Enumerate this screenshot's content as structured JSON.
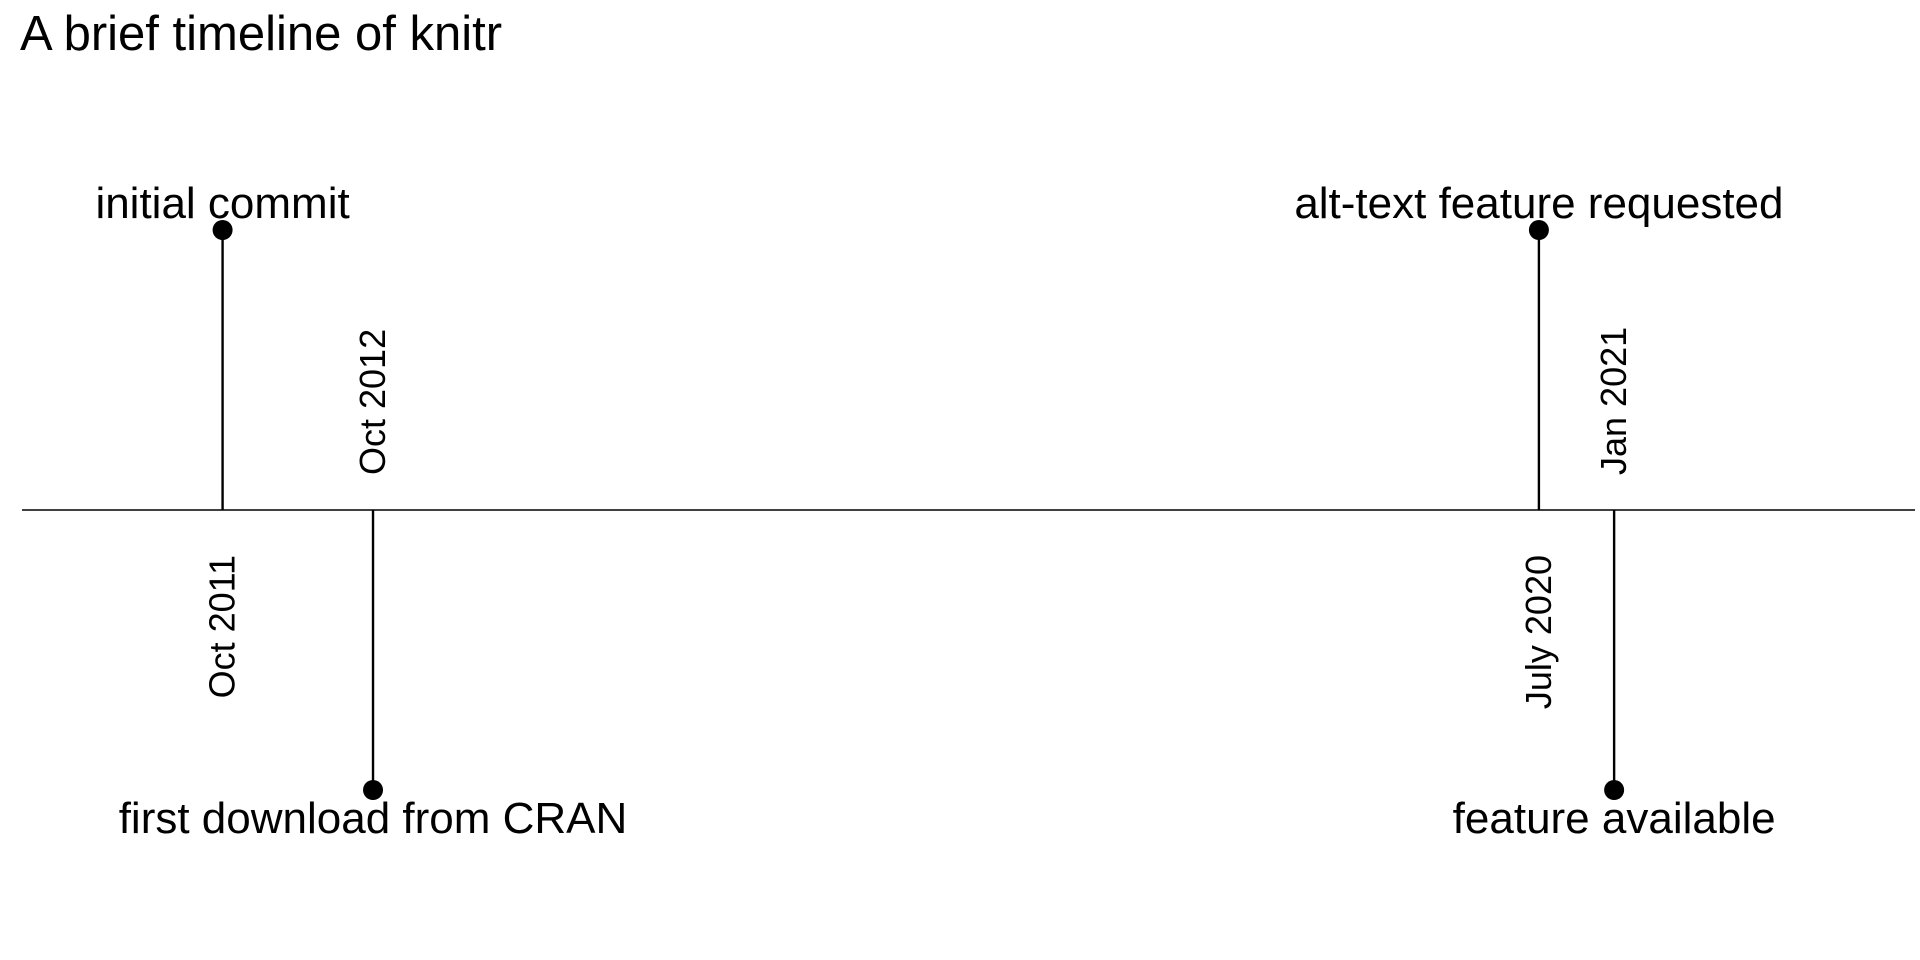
{
  "chart_data": {
    "type": "timeline",
    "title": "A brief timeline of knitr",
    "xlim": [
      "2010-06",
      "2023-01"
    ],
    "events": [
      {
        "date": "2011-10",
        "date_label": "Oct 2011",
        "event": "initial commit",
        "side": "above"
      },
      {
        "date": "2012-10",
        "date_label": "Oct 2012",
        "event": "first download from CRAN",
        "side": "below"
      },
      {
        "date": "2020-07",
        "date_label": "July 2020",
        "event": "alt-text feature requested",
        "side": "above"
      },
      {
        "date": "2021-01",
        "date_label": "Jan 2021",
        "event": "feature available",
        "side": "below"
      }
    ],
    "colors": {
      "line": "#000000",
      "text": "#000000",
      "background": "#ffffff"
    }
  }
}
